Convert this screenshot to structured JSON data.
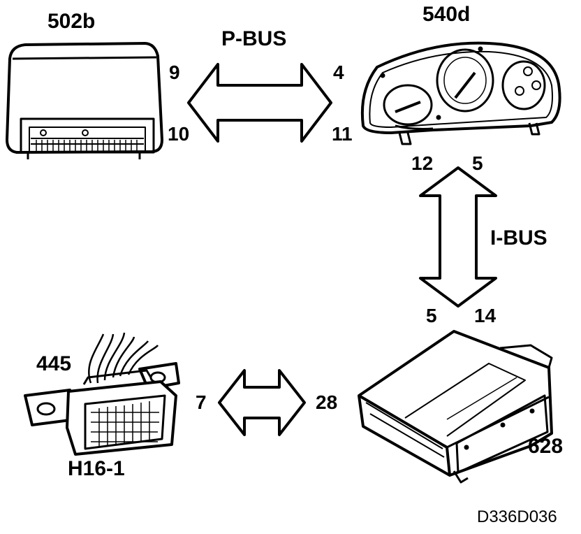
{
  "components": {
    "ecu_502b": "502b",
    "cluster_540d": "540d",
    "connector_445": "445",
    "connector_h16": "H16-1",
    "module_628": "628"
  },
  "buses": {
    "p_bus": "P-BUS",
    "i_bus": "I-BUS"
  },
  "pins": {
    "p_bus_502b_top": "9",
    "p_bus_502b_bottom": "10",
    "p_bus_540d_top": "4",
    "p_bus_540d_bottom": "11",
    "i_bus_540d_left": "12",
    "i_bus_540d_right": "5",
    "i_bus_628_left": "5",
    "i_bus_628_right": "14",
    "diag_h16_pin": "7",
    "diag_628_pin": "28"
  },
  "figure_ref": "D336D036"
}
